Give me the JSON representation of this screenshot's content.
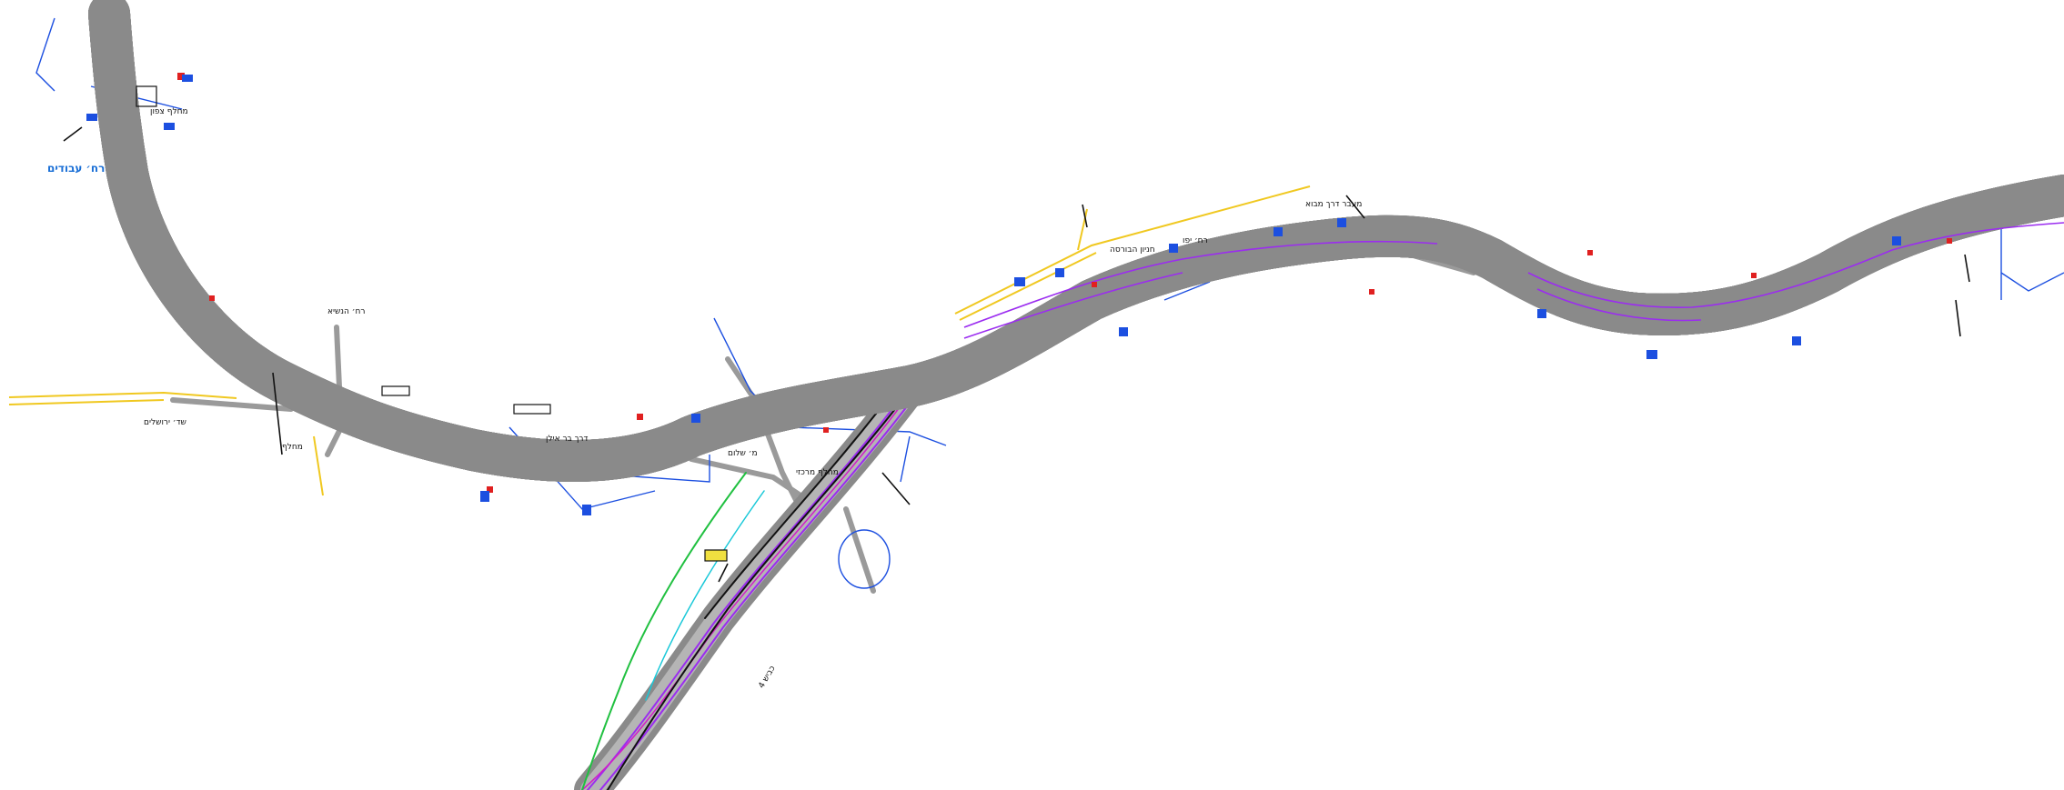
{
  "map": {
    "kind": "road engineering plan (CAD)",
    "background": "#ffffff",
    "colors": {
      "road_core": "#111111",
      "pavement": "#8a8a8a",
      "lanes_orange": "#e8a020",
      "lanes_purple": "#9b2cf0",
      "lanes_magenta": "#d21cc8",
      "edge_cyan": "#18c8d8",
      "edge_green": "#20c040",
      "parcel_blue": "#1c4fe0",
      "road_yellow": "#f0c820",
      "marker_red": "#e02020"
    },
    "labels": [
      {
        "id": "label-west-district",
        "text": "רח׳ עבודים"
      },
      {
        "id": "label-north-ramp",
        "text": "מחלף צפון"
      },
      {
        "id": "label-junction-west",
        "text": "רח׳ הנשיא"
      },
      {
        "id": "label-road-west",
        "text": "שד׳ ירושלים"
      },
      {
        "id": "label-south-left",
        "text": "מחלף"
      },
      {
        "id": "label-main-road",
        "text": "דרך בר אילן"
      },
      {
        "id": "label-mid",
        "text": "מ׳ שלום"
      },
      {
        "id": "label-upper-1",
        "text": "רח׳ יפו"
      },
      {
        "id": "label-upper-2",
        "text": "חניון הבורסה"
      },
      {
        "id": "label-upper-3",
        "text": "מעבר דרך מבוא"
      },
      {
        "id": "label-south-branch",
        "text": "כביש 4"
      },
      {
        "id": "label-junction-center",
        "text": "מחלף מרכזי"
      }
    ]
  }
}
